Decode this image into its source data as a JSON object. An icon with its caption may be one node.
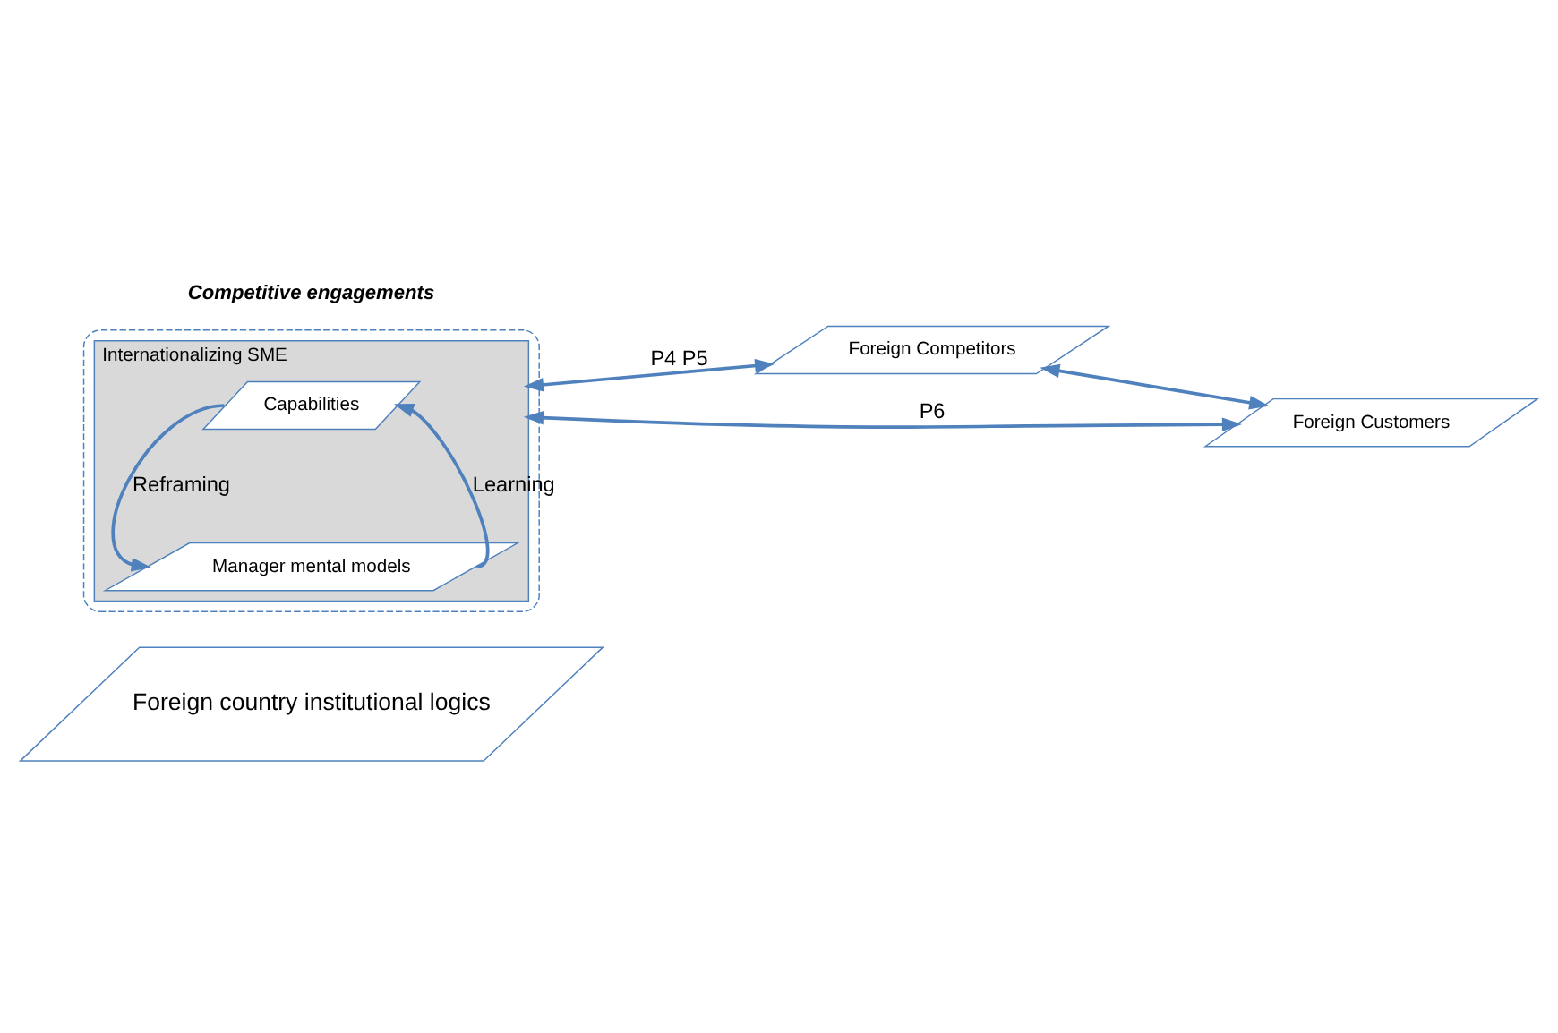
{
  "diagram": {
    "nodes": [
      {
        "text": [
          "Foreign country institutional logics"
        ]
      },
      {
        "text": [],
        "shape": "parallelogram"
      },
      {
        "text": [
          "Internationalizing SME"
        ],
        "in": 1
      },
      {
        "text": [
          "Capabilities"
        ],
        "in": 2
      },
      {
        "text": [
          "Manager mental models"
        ],
        "in": 2
      },
      {
        "text": [
          "Foreign Competitors"
        ]
      },
      {
        "text": [
          "Foreign Customers"
        ]
      }
    ],
    "edges": [
      {
        "from": 3,
        "to": 4,
        "arrow": "to",
        "label": "Reframing"
      },
      {
        "from": 4,
        "to": 3,
        "arrow": "to",
        "label": "Learning"
      },
      {
        "from": 2,
        "to": 5,
        "arrow": "both",
        "label": "P4 P5"
      },
      {
        "from": 2,
        "to": 6,
        "arrow": "both",
        "label": "P6"
      },
      {
        "from": 5,
        "to": 6,
        "arrow": "both"
      }
    ],
    "labels": [
      "Competitive engagements"
    ]
  }
}
